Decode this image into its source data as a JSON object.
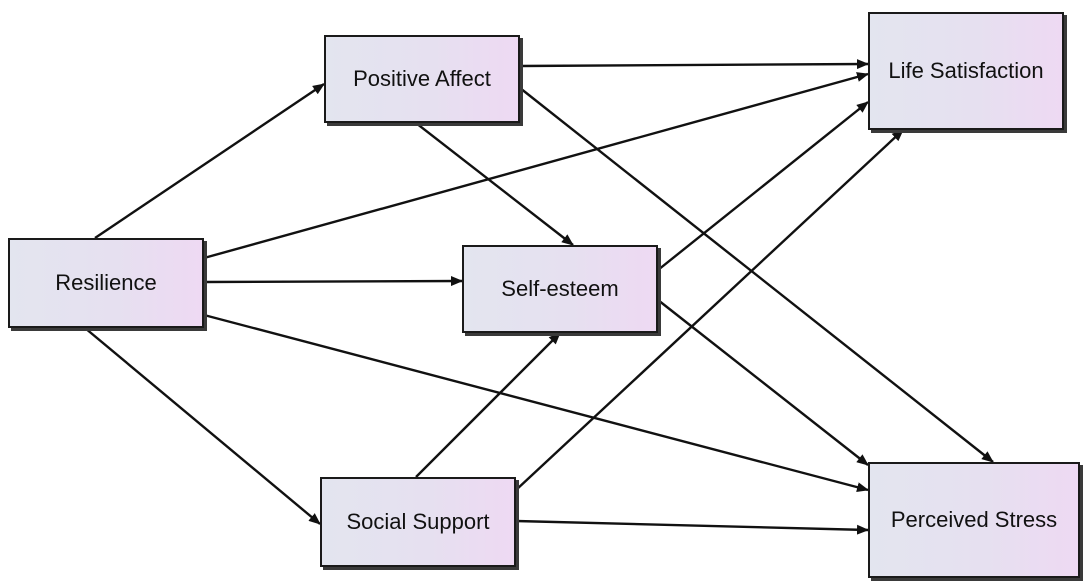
{
  "nodes": [
    {
      "id": "resilience",
      "label": "Resilience"
    },
    {
      "id": "positive_affect",
      "label": "Positive Affect"
    },
    {
      "id": "self_esteem",
      "label": "Self-esteem"
    },
    {
      "id": "social_support",
      "label": "Social Support"
    },
    {
      "id": "life_satisfaction",
      "label": "Life Satisfaction"
    },
    {
      "id": "perceived_stress",
      "label": "Perceived Stress"
    }
  ],
  "edges": [
    {
      "from": "resilience",
      "to": "positive_affect"
    },
    {
      "from": "resilience",
      "to": "life_satisfaction"
    },
    {
      "from": "resilience",
      "to": "self_esteem"
    },
    {
      "from": "resilience",
      "to": "perceived_stress"
    },
    {
      "from": "resilience",
      "to": "social_support"
    },
    {
      "from": "positive_affect",
      "to": "life_satisfaction"
    },
    {
      "from": "positive_affect",
      "to": "self_esteem"
    },
    {
      "from": "positive_affect",
      "to": "perceived_stress"
    },
    {
      "from": "self_esteem",
      "to": "life_satisfaction"
    },
    {
      "from": "self_esteem",
      "to": "perceived_stress"
    },
    {
      "from": "social_support",
      "to": "self_esteem"
    },
    {
      "from": "social_support",
      "to": "life_satisfaction"
    },
    {
      "from": "social_support",
      "to": "perceived_stress"
    }
  ]
}
